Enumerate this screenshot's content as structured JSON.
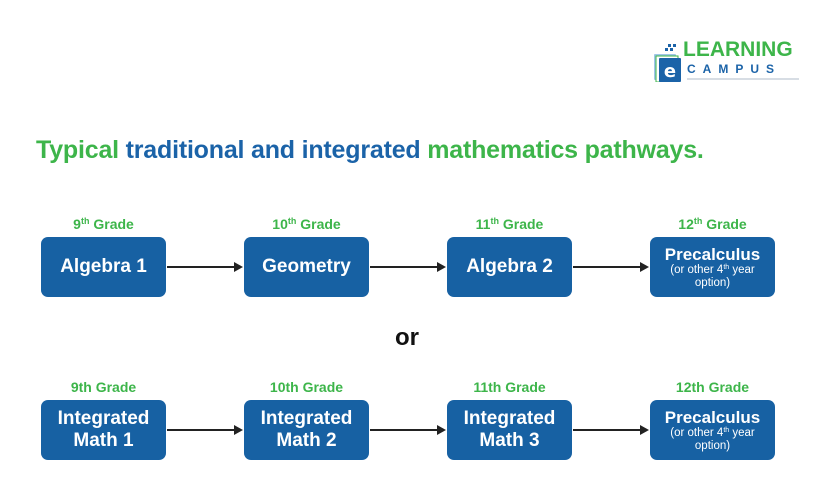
{
  "logo": {
    "line1": "LEARNING",
    "line2": "CAMPUS",
    "icon": "e-book-icon",
    "colors": {
      "green": "#3db54a",
      "blue": "#1b63a8"
    }
  },
  "title": {
    "part1": "Typical",
    "part2": "traditional and integrated",
    "part3": "mathematics pathways."
  },
  "separator": "or",
  "traditional": [
    {
      "grade_num": "9",
      "grade_sup": "th",
      "grade_word": "Grade",
      "course": "Algebra 1"
    },
    {
      "grade_num": "10",
      "grade_sup": "th",
      "grade_word": "Grade",
      "course": "Geometry"
    },
    {
      "grade_num": "11",
      "grade_sup": "th",
      "grade_word": "Grade",
      "course": "Algebra 2"
    },
    {
      "grade_num": "12",
      "grade_sup": "th",
      "grade_word": "Grade",
      "course": "Precalculus",
      "note_pre": "(or other 4",
      "note_sup": "th",
      "note_post": " year",
      "note_line2": "option)"
    }
  ],
  "integrated": [
    {
      "grade": "9th Grade",
      "course_line1": "Integrated",
      "course_line2": "Math 1"
    },
    {
      "grade": "10th Grade",
      "course_line1": "Integrated",
      "course_line2": "Math 2"
    },
    {
      "grade": "11th Grade",
      "course_line1": "Integrated",
      "course_line2": "Math 3"
    },
    {
      "grade": "12th Grade",
      "course_line1": "Precalculus",
      "note_pre": "(or other 4",
      "note_sup": "th",
      "note_post": " year",
      "note_line2": "option)"
    }
  ],
  "colors": {
    "box": "#1761a3",
    "grade_label": "#3db54a",
    "title_green": "#3db54a",
    "title_blue": "#1b63a8",
    "arrow": "#222222"
  }
}
